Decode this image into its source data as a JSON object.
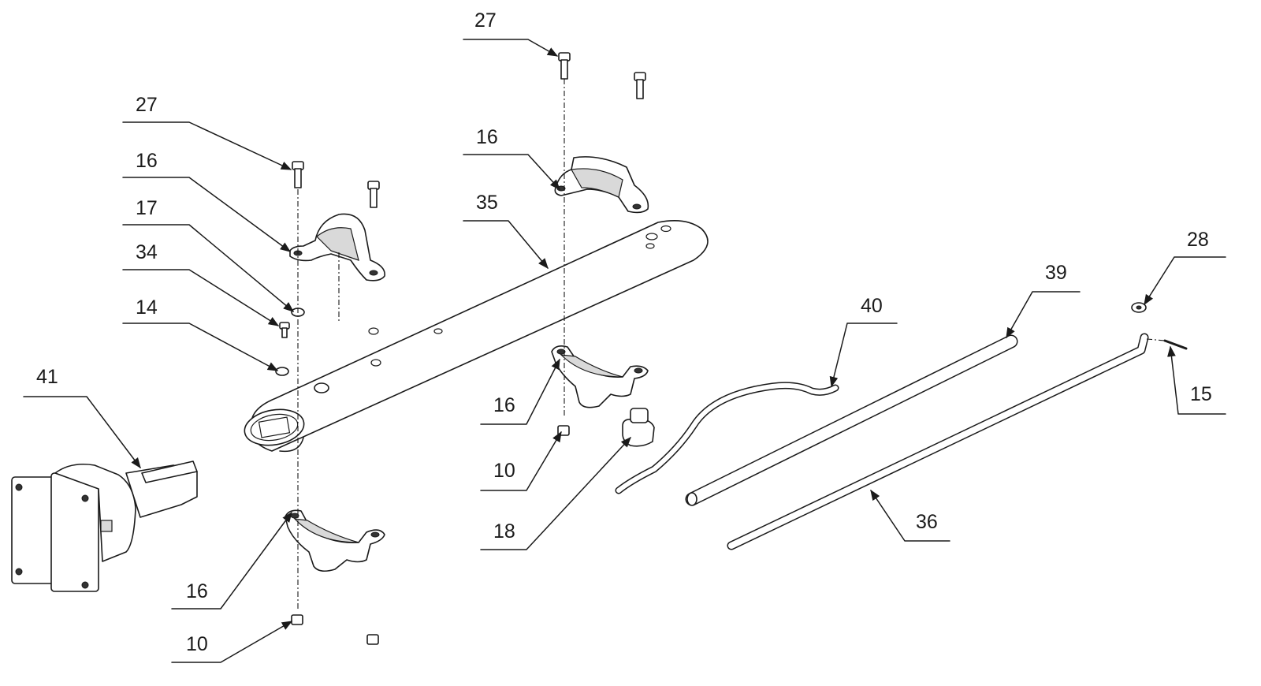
{
  "callouts": [
    {
      "id": "c27a",
      "text": "27"
    },
    {
      "id": "c27b",
      "text": "27"
    },
    {
      "id": "c16a",
      "text": "16"
    },
    {
      "id": "c16b",
      "text": "16"
    },
    {
      "id": "c17",
      "text": "17"
    },
    {
      "id": "c34",
      "text": "34"
    },
    {
      "id": "c35",
      "text": "35"
    },
    {
      "id": "c14",
      "text": "14"
    },
    {
      "id": "c41",
      "text": "41"
    },
    {
      "id": "c16c",
      "text": "16"
    },
    {
      "id": "c10a",
      "text": "10"
    },
    {
      "id": "c18",
      "text": "18"
    },
    {
      "id": "c16d",
      "text": "16"
    },
    {
      "id": "c10b",
      "text": "10"
    },
    {
      "id": "c40",
      "text": "40"
    },
    {
      "id": "c39",
      "text": "39"
    },
    {
      "id": "c28",
      "text": "28"
    },
    {
      "id": "c15",
      "text": "15"
    },
    {
      "id": "c36",
      "text": "36"
    }
  ]
}
